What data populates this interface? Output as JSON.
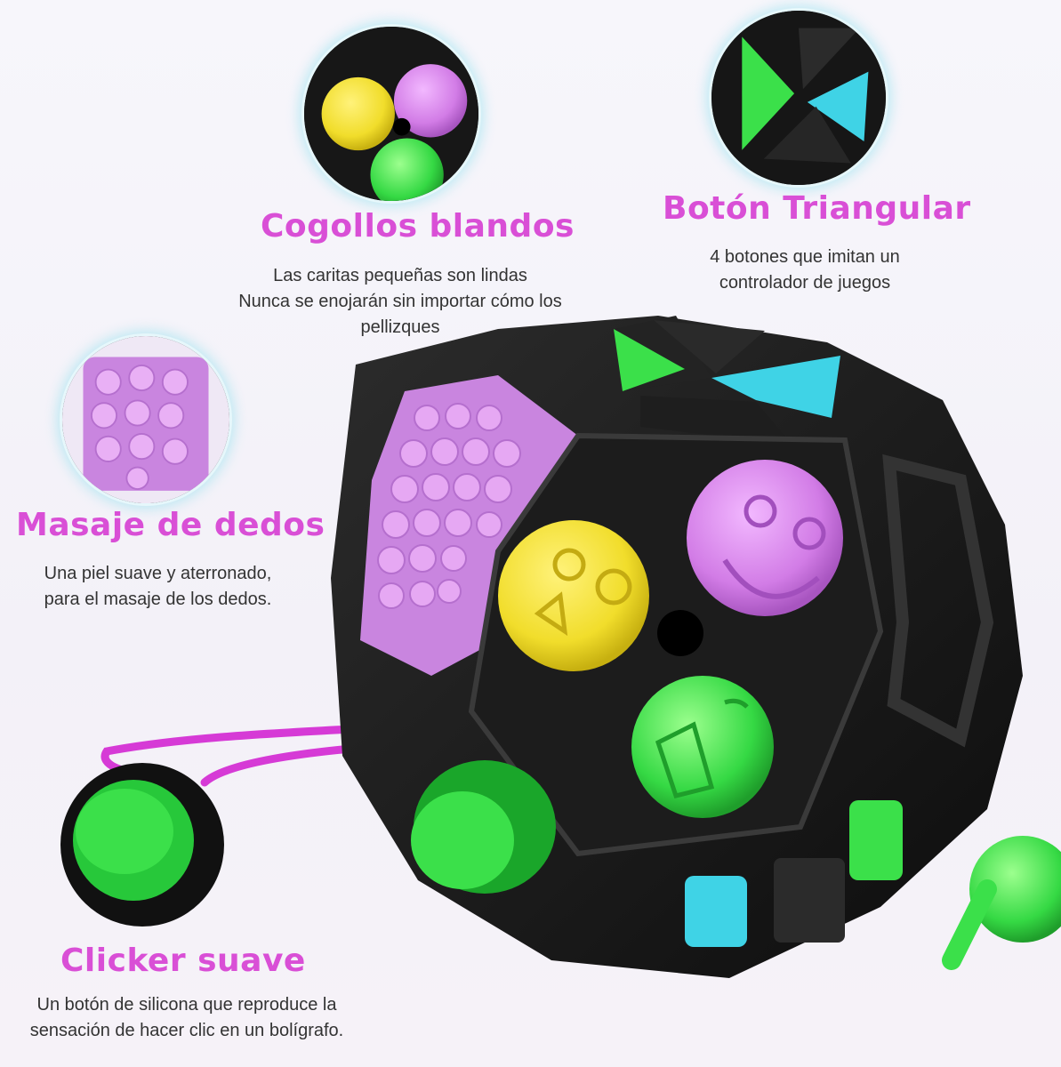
{
  "features": {
    "soft_buds": {
      "title": "Cogollos blandos",
      "lines": [
        "Las caritas pequeñas son lindas",
        "Nunca se enojarán sin importar cómo los",
        "pellizques"
      ]
    },
    "triangle_button": {
      "title": "Botón Triangular",
      "lines": [
        "4 botones que imitan un",
        "controlador de juegos"
      ]
    },
    "finger_massage": {
      "title": "Masaje de dedos",
      "lines": [
        "Una piel suave y aterronado,",
        "para el masaje de los dedos."
      ]
    },
    "soft_clicker": {
      "title": "Clicker suave",
      "lines": [
        "Un botón de silicona que reproduce la",
        "sensación de hacer clic en un bolígrafo."
      ]
    }
  },
  "colors": {
    "title": "#d94fd6",
    "body_dark": "#1a1a1a",
    "purple": "#d58be8",
    "yellow": "#f1dd2b",
    "green": "#3be04a",
    "cyan": "#3fd3e6"
  }
}
